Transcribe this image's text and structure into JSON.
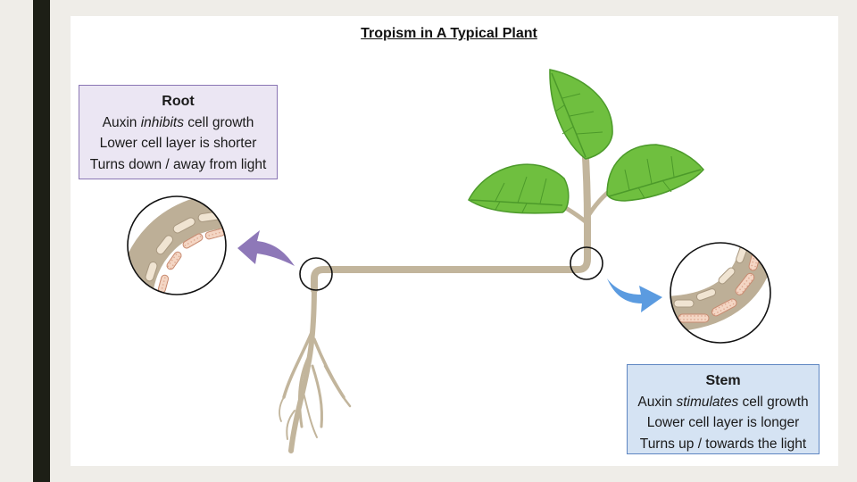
{
  "title": "Tropism in A Typical Plant",
  "root_box": {
    "heading": "Root",
    "line1_pre": "Auxin ",
    "line1_em": "inhibits",
    "line1_post": " cell growth",
    "line2": "Lower cell layer is shorter",
    "line3": "Turns down / away from light"
  },
  "stem_box": {
    "heading": "Stem",
    "line1_pre": "Auxin ",
    "line1_em": "stimulates",
    "line1_post": " cell growth",
    "line2": "Lower cell layer is longer",
    "line3": "Turns up / towards the light"
  },
  "colors": {
    "stem": "#c2b59c",
    "leaf": "#6fbf3f",
    "leaf_dark": "#4c9a2a",
    "root_arrow": "#8e78b8",
    "stem_arrow": "#5b9be0",
    "root_box_bg": "#ebe6f3",
    "stem_box_bg": "#d5e3f3"
  }
}
